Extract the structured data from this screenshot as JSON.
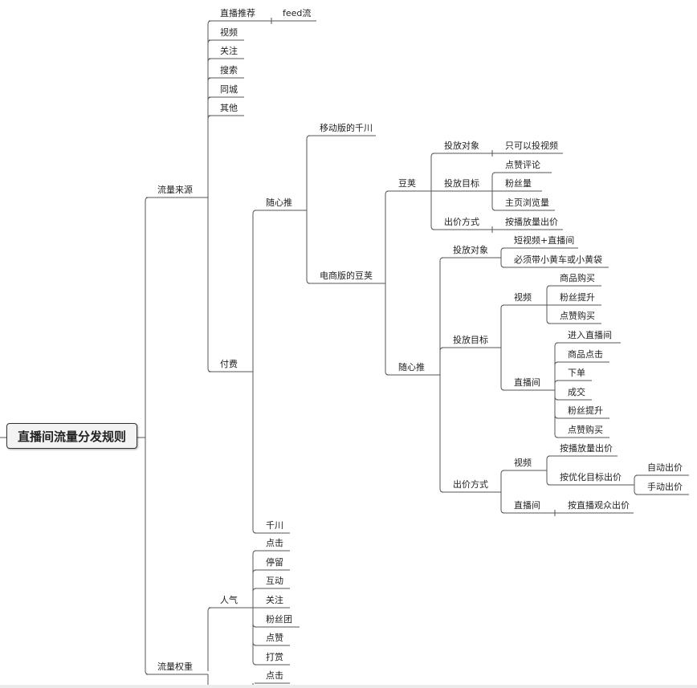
{
  "root": "直播间流量分发规则",
  "sources": {
    "label": "流量来源",
    "live_rec": "直播推荐",
    "feed": "feed流",
    "video": "视频",
    "follow": "关注",
    "search": "搜索",
    "city": "同城",
    "other": "其他",
    "paid": {
      "label": "付费",
      "suixintui": {
        "label": "随心推",
        "mobile_qianchuan": "移动版的千川",
        "ecommerce_doujia": "电商版的豆荚",
        "doujia": {
          "label": "豆荚",
          "target_obj": "投放对象",
          "only_video": "只可以投视频",
          "target_goal": "投放目标",
          "goals": [
            "点赞评论",
            "粉丝量",
            "主页浏览量"
          ],
          "bid": "出价方式",
          "bid_by_volume": "按播放量出价"
        },
        "inner": {
          "label": "随心推",
          "target_obj": "投放对象",
          "objs": [
            "短视频+直播间",
            "必须带小黄车或小黄袋"
          ],
          "target_goal": "投放目标",
          "video": "视频",
          "video_goals": [
            "商品购买",
            "粉丝提升",
            "点赞购买"
          ],
          "live": "直播间",
          "live_goals": [
            "进入直播间",
            "商品点击",
            "下单",
            "成交",
            "粉丝提升",
            "点赞购买"
          ],
          "bid": "出价方式",
          "bid_video": "视频",
          "bid_by_volume": "按播放量出价",
          "bid_by_goal": "按优化目标出价",
          "auto_bid": "自动出价",
          "manual_bid": "手动出价",
          "bid_live": "直播间",
          "bid_by_viewers": "按直播观众出价"
        }
      },
      "qianchuan": "千川"
    }
  },
  "weights": {
    "label": "流量权重",
    "popularity": "人气",
    "pop_items": [
      "点击",
      "停留",
      "互动",
      "关注",
      "粉丝团",
      "点赞",
      "打赏"
    ],
    "next_item": "点击"
  }
}
